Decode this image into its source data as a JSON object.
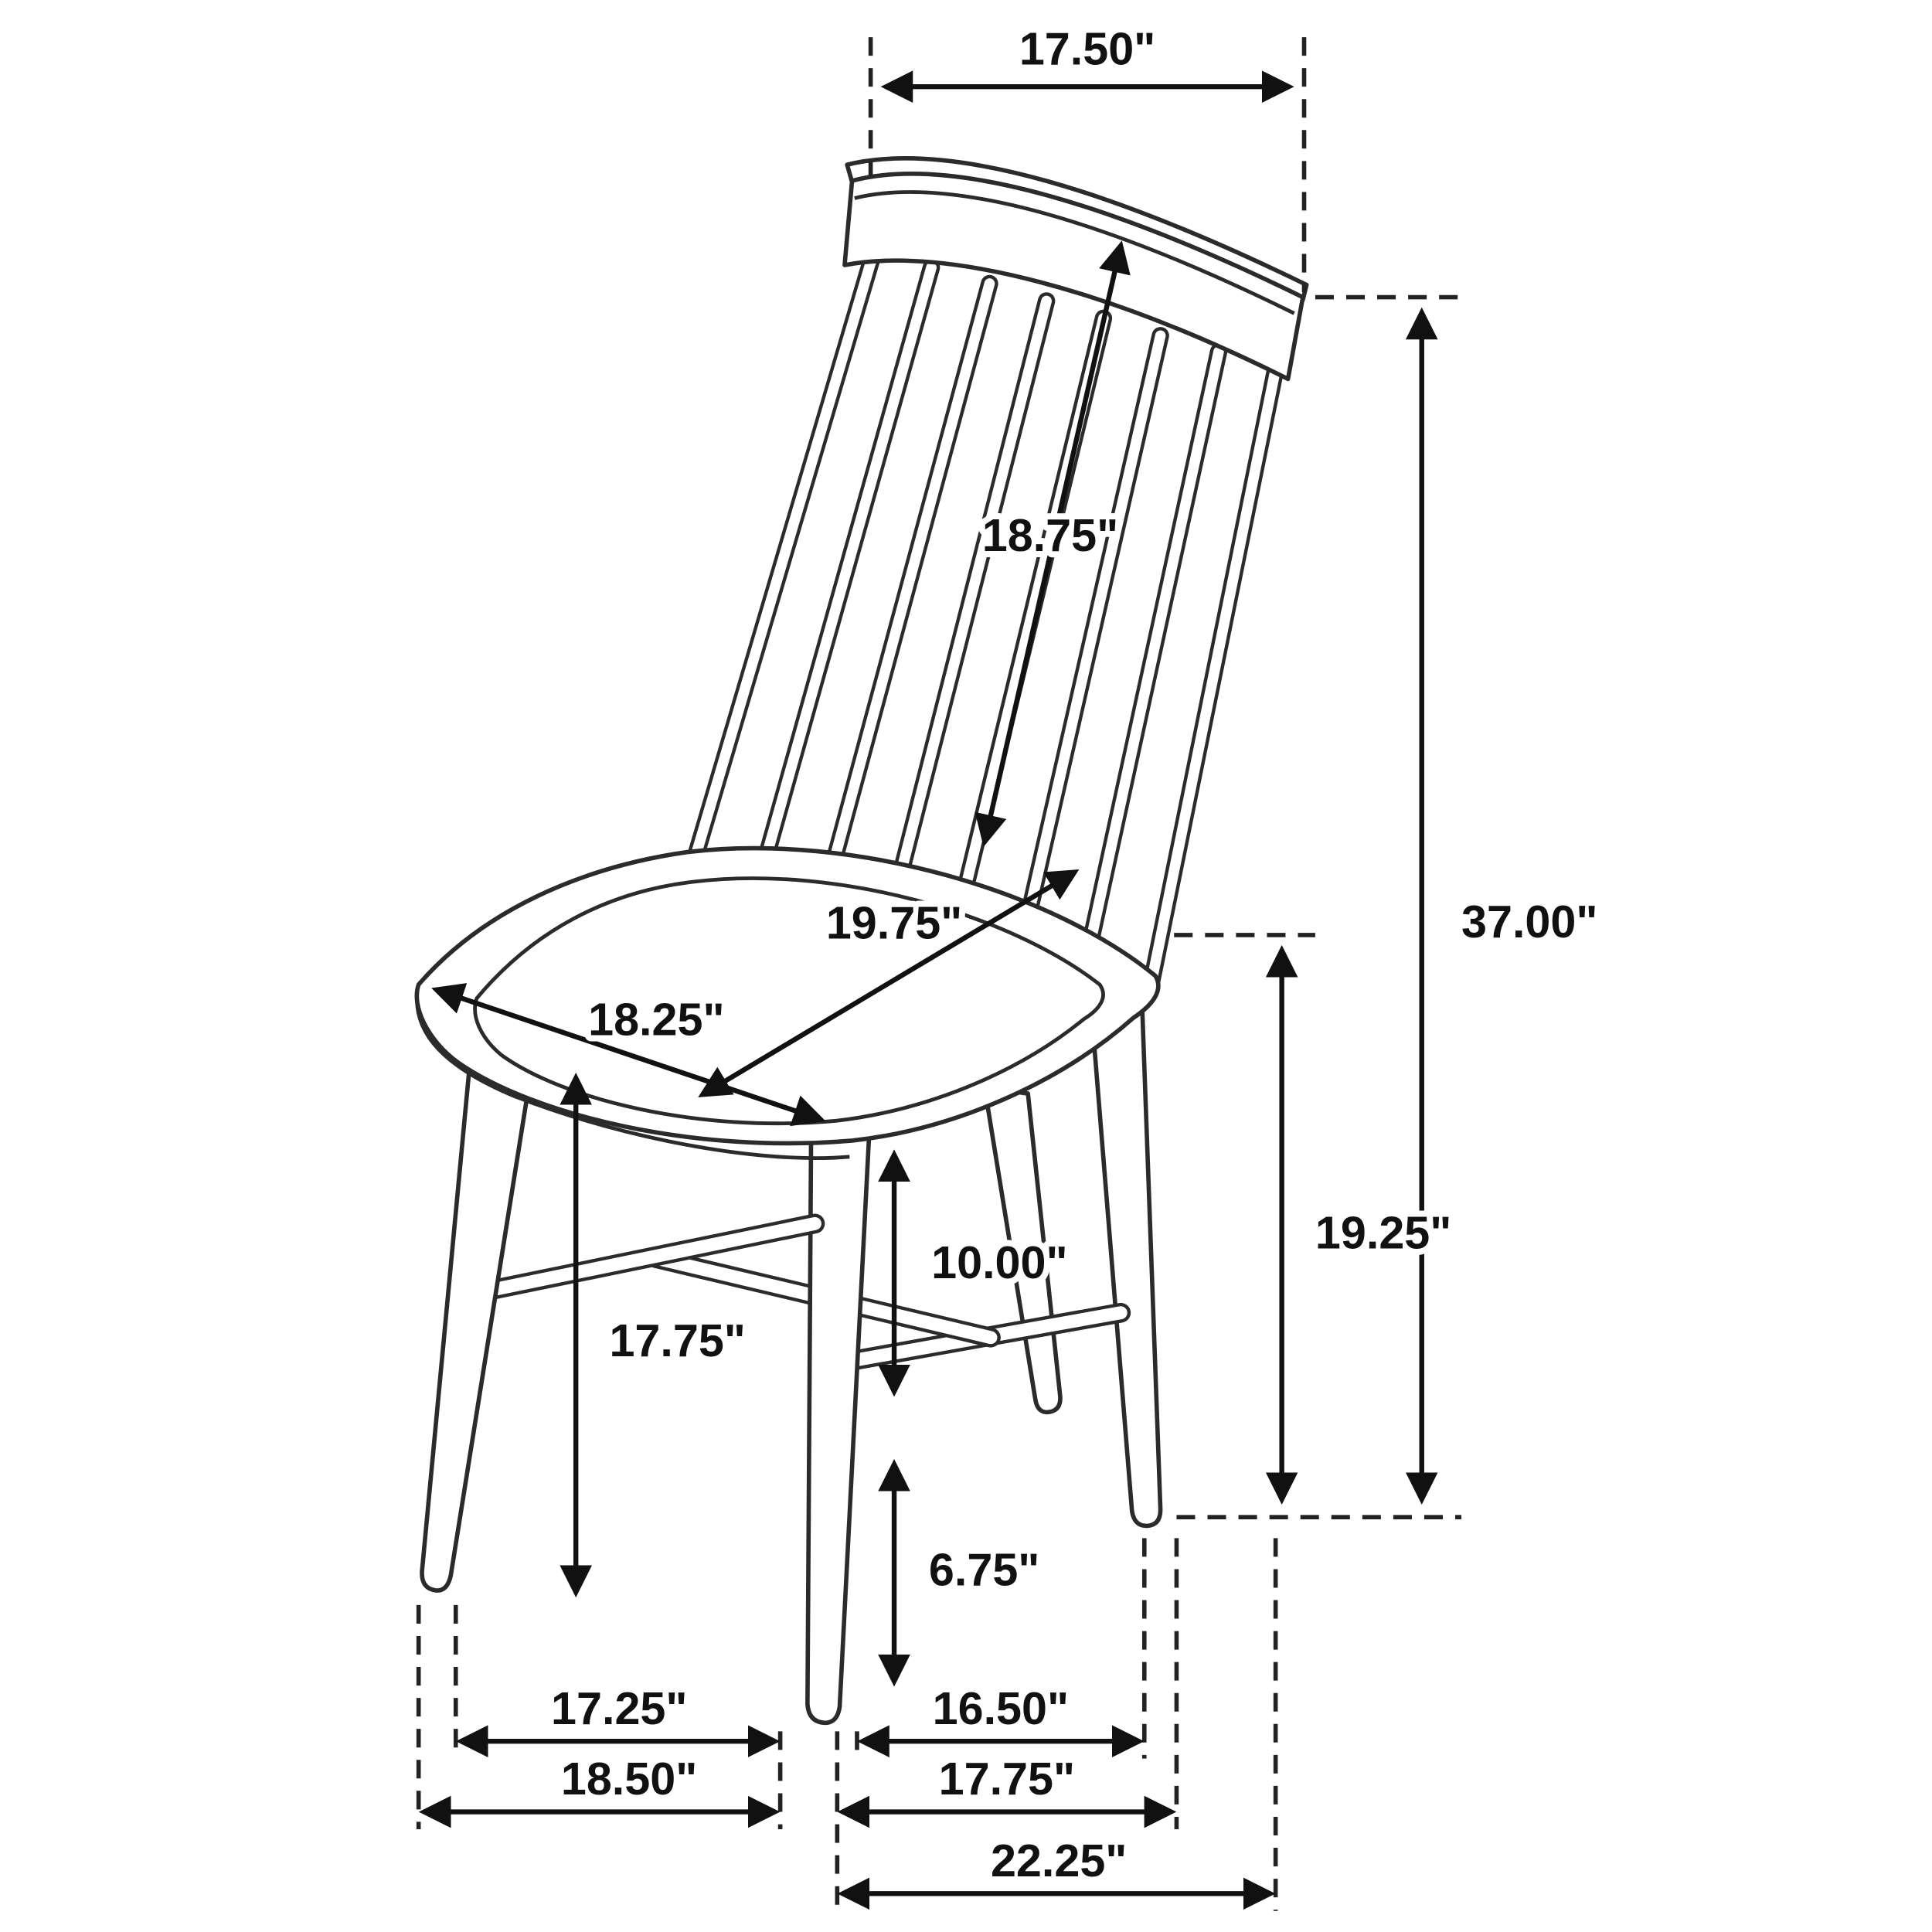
{
  "diagram": {
    "subject": "spindle-back dining side chair dimension drawing",
    "units": "inches",
    "line_color": "#1a1a1a",
    "background_color": "#ffffff"
  },
  "dimensions": {
    "crest_rail_width": "17.50\"",
    "backrest_length": "18.75\"",
    "overall_height": "37.00\"",
    "seat_depth": "19.75\"",
    "seat_width": "18.25\"",
    "seat_height": "19.25\"",
    "seat_to_stretcher": "10.00\"",
    "underseat_clearance": "17.75\"",
    "stretcher_to_floor": "6.75\"",
    "front_leg_spacing_inner": "17.25\"",
    "side_leg_spacing_inner": "16.50\"",
    "front_width_outer": "18.50\"",
    "side_depth_outer": "17.75\"",
    "overall_depth": "22.25\""
  }
}
